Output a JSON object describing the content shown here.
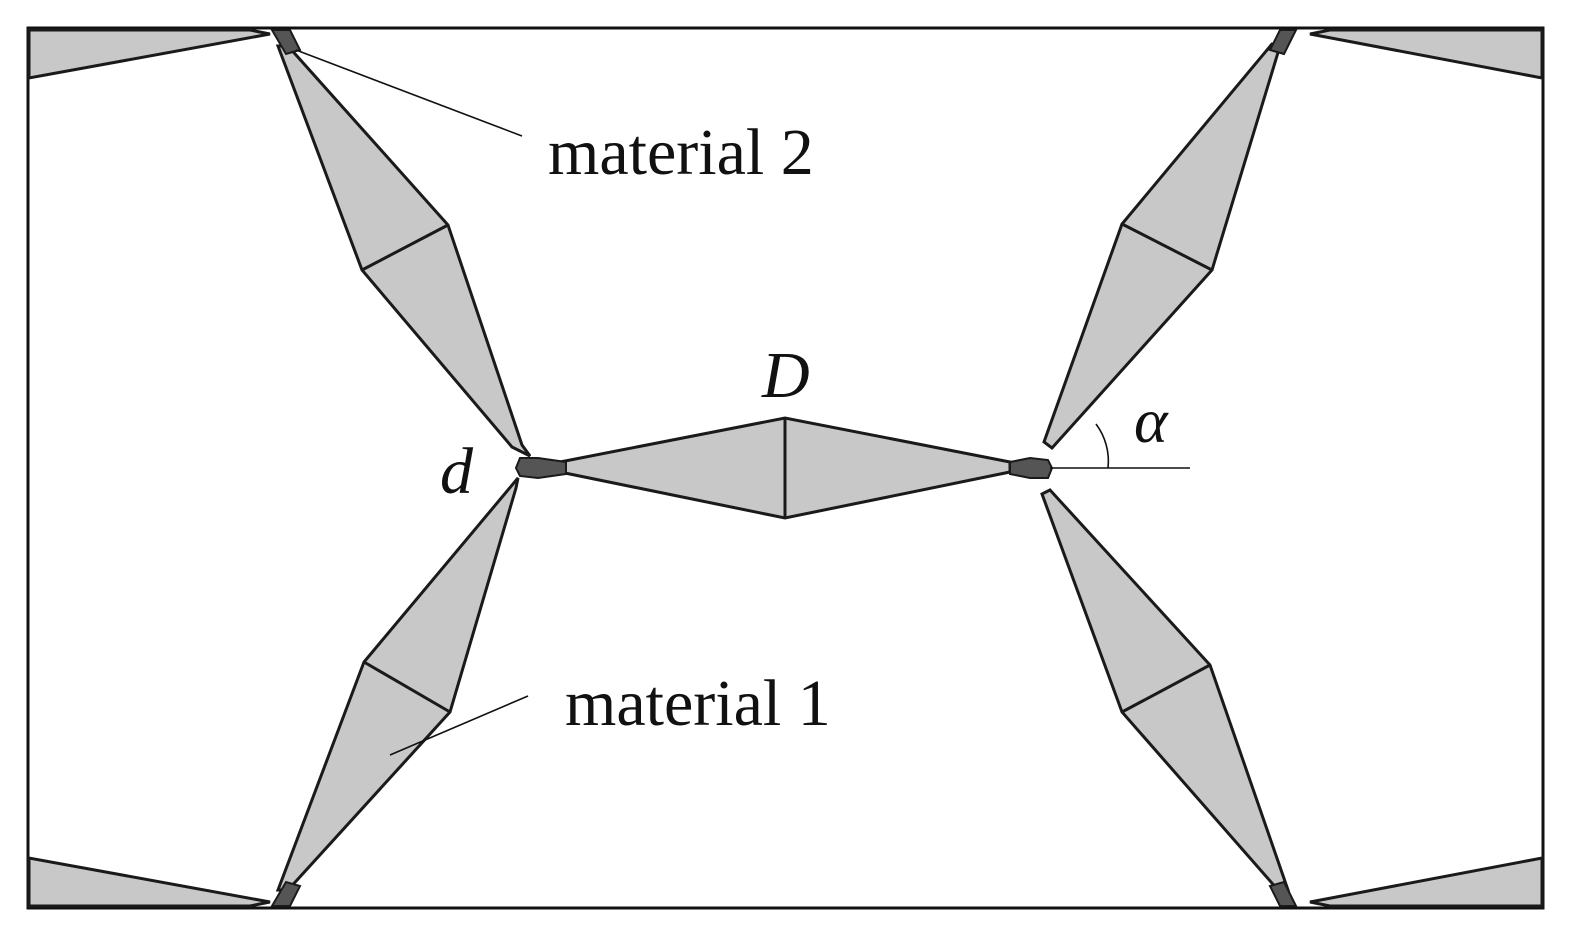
{
  "labels": {
    "material_2": "material 2",
    "material_1": "material 1",
    "D": "D",
    "d": "d",
    "alpha": "α"
  },
  "colors": {
    "strut_fill": "#c8c8c8",
    "joint_fill": "#555555",
    "outline": "#1a1a1a",
    "background": "#ffffff"
  }
}
